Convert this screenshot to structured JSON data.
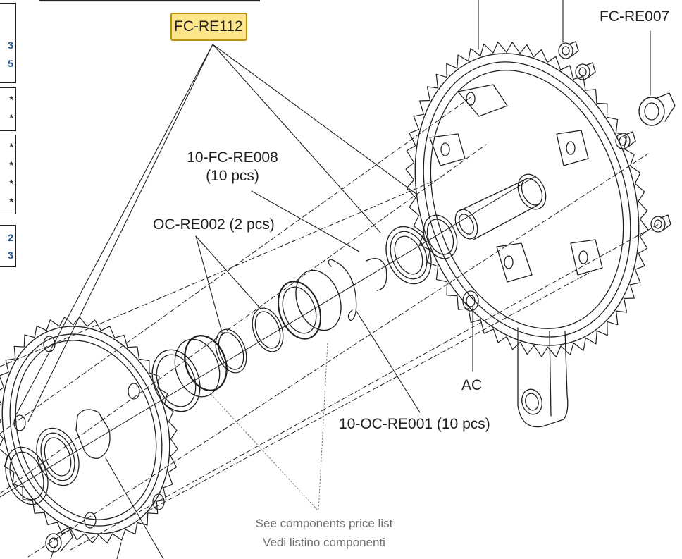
{
  "diagram": {
    "type": "exploded-parts-view",
    "subject": "crankset with chainrings, bottom bracket cups, bearings and bolts",
    "callouts": {
      "big_chainring_set": "FC-RE112",
      "crank_bolt": "FC-RE007",
      "chainring_bolts_line1": "10-FC-RE008",
      "chainring_bolts_line2": "(10 pcs)",
      "spacer_rings": "OC-RE002 (2 pcs)",
      "clips": "10-OC-RE001 (10 pcs)",
      "crank_washer": "AC"
    },
    "footnote": {
      "english": "See components price list",
      "italian": "Vedi listino componenti"
    },
    "side_tabs": [
      {
        "glyphs": [
          "3",
          "5"
        ],
        "color": "#1d4f8c"
      },
      {
        "glyphs": [
          "*",
          "*"
        ],
        "color": "#231f20"
      },
      {
        "glyphs": [
          "*",
          "*",
          "*",
          "*"
        ],
        "color": "#231f20"
      },
      {
        "glyphs": [
          "2",
          "3"
        ],
        "color": "#1d4f8c"
      }
    ],
    "colors": {
      "line": "#231f20",
      "tag_fill": "#fde58a",
      "tag_border": "#b8930f",
      "note_text": "#6d6e71",
      "side_digits": "#1d4f8c"
    }
  }
}
